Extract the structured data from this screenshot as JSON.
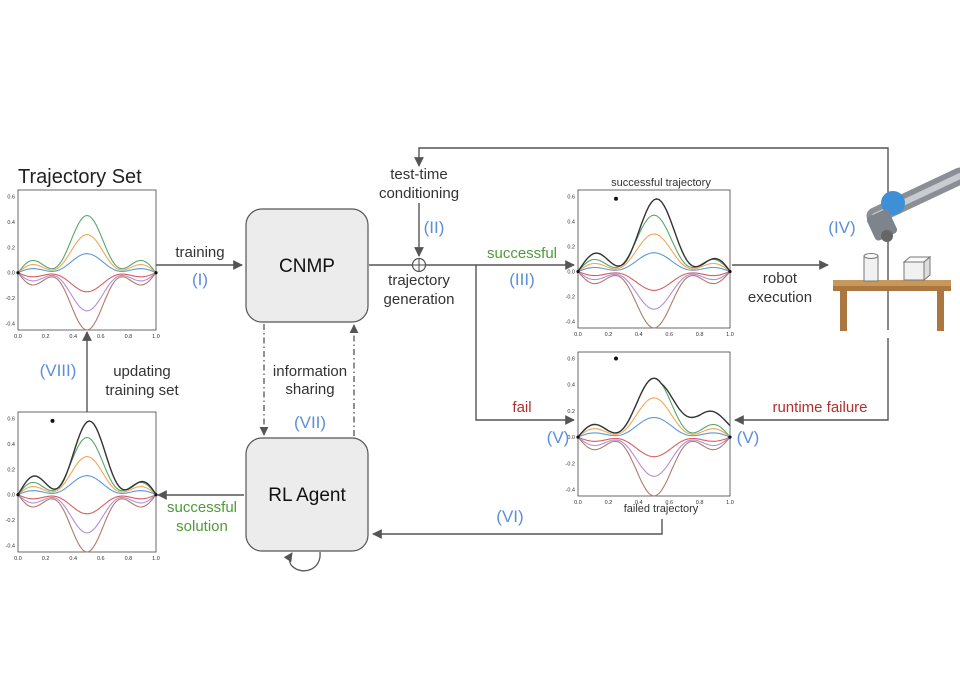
{
  "titles": {
    "trajectory_set": "Trajectory Set",
    "successful_trajectory": "successful trajectory",
    "failed_trajectory": "failed trajectory"
  },
  "boxes": {
    "cnmp": "CNMP",
    "rl_agent": "RL Agent"
  },
  "labels": {
    "training": "training",
    "test_time_1": "test-time",
    "test_time_2": "conditioning",
    "trajectory_1": "trajectory",
    "trajectory_2": "generation",
    "successful": "successful",
    "fail": "fail",
    "robot_1": "robot",
    "robot_2": "execution",
    "runtime_failure": "runtime failure",
    "info_1": "information",
    "info_2": "sharing",
    "updating_1": "updating",
    "updating_2": "training set",
    "success_sol_1": "successful",
    "success_sol_2": "solution"
  },
  "steps": {
    "s1": "(I)",
    "s2": "(II)",
    "s3": "(III)",
    "s4": "(IV)",
    "s5a": "(V)",
    "s5b": "(V)",
    "s6": "(VI)",
    "s7": "(VII)",
    "s8": "(VIII)"
  },
  "colors": {
    "arrow": "#555555",
    "step": "#5b8fd9",
    "success": "#4f9a3a",
    "failure": "#b03030",
    "box_fill": "#ececec"
  },
  "chart_data": {
    "type": "line",
    "xlim": [
      0,
      1
    ],
    "ylim": [
      -0.45,
      0.65
    ],
    "x_ticks": [
      "0.0",
      "0.2",
      "0.4",
      "0.6",
      "0.8",
      "1.0"
    ],
    "y_ticks": [
      "0.6",
      "0.4",
      "0.2",
      "0.0",
      "-0.2",
      "-0.4"
    ],
    "series": [
      {
        "color": "#55a868",
        "amplitude": 0.45
      },
      {
        "color": "#f2a65a",
        "amplitude": 0.3
      },
      {
        "color": "#5b9bd5",
        "amplitude": 0.15
      },
      {
        "color": "#d65f5f",
        "amplitude": -0.15
      },
      {
        "color": "#b58ed6",
        "amplitude": -0.3
      },
      {
        "color": "#b07b6b",
        "amplitude": -0.45
      }
    ],
    "shape": "double-hump: y = A * sin(pi*x) * (0.55 + 0.45*cos(4*pi*x))",
    "successful_path": {
      "via_point": [
        0.25,
        0.58
      ],
      "color": "#333333"
    },
    "failed_path": {
      "via_point": [
        0.25,
        0.6
      ],
      "color": "#333333"
    }
  }
}
